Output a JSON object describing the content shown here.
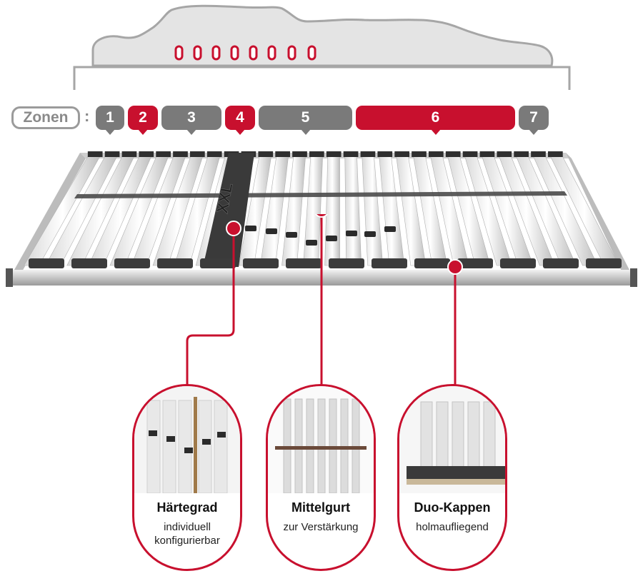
{
  "zones_label": "Zonen",
  "zones_colon": ":",
  "zones": [
    {
      "label": "1",
      "color": "#7a7a7a"
    },
    {
      "label": "2",
      "color": "#c8102e"
    },
    {
      "label": "3",
      "color": "#7a7a7a"
    },
    {
      "label": "4",
      "color": "#c8102e"
    },
    {
      "label": "5",
      "color": "#7a7a7a"
    },
    {
      "label": "6",
      "color": "#c8102e"
    },
    {
      "label": "7",
      "color": "#7a7a7a"
    }
  ],
  "slat_marking": "XXL",
  "features": [
    {
      "title": "Härtegrad",
      "desc_line1": "individuell",
      "desc_line2": "konfigurierbar"
    },
    {
      "title": "Mittelgurt",
      "desc_line1": "zur Verstärkung",
      "desc_line2": ""
    },
    {
      "title": "Duo-Kappen",
      "desc_line1": "holmaufliegend",
      "desc_line2": ""
    }
  ],
  "colors": {
    "accent": "#c8102e",
    "grey": "#7a7a7a",
    "light_grey": "#e4e4e4"
  }
}
